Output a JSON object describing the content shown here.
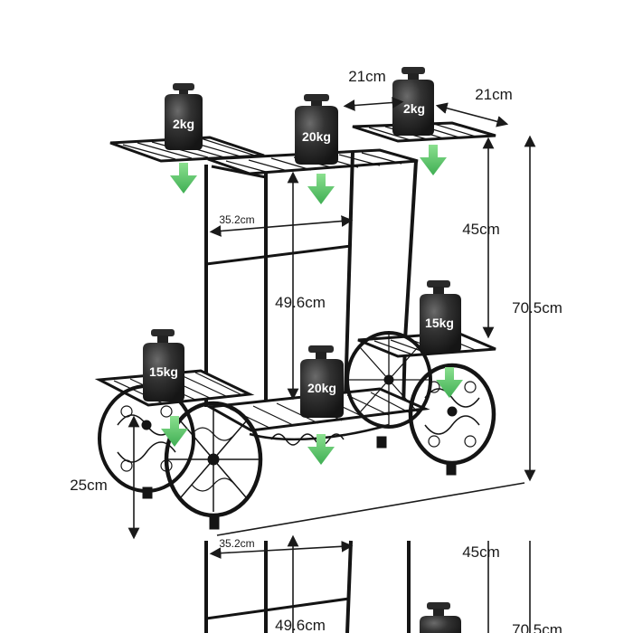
{
  "weights": {
    "top_left": "2kg",
    "top_center": "20kg",
    "top_right": "2kg",
    "right_middle": "15kg",
    "left_lower": "15kg",
    "bottom_center": "20kg",
    "bottom_right_partial": ""
  },
  "dimensions": {
    "shelf_depth": "21cm",
    "shelf_width": "21cm",
    "inner_width": "35.2cm",
    "right_height": "45cm",
    "center_height": "49.6cm",
    "total_height": "70.5cm",
    "base_height": "25cm",
    "dup_inner_width": "35.2cm",
    "dup_right_height": "45cm",
    "dup_center_height": "49.6cm",
    "dup_total_height": "70.5cm"
  },
  "colors": {
    "frame": "#141414",
    "arrow": "#5cc46a",
    "weight": "#2a2a2a",
    "text": "#1a1a1a"
  },
  "icons": [
    "weight-icon",
    "down-arrow-icon",
    "wheel-icon",
    "dimension-arrow-icon"
  ]
}
